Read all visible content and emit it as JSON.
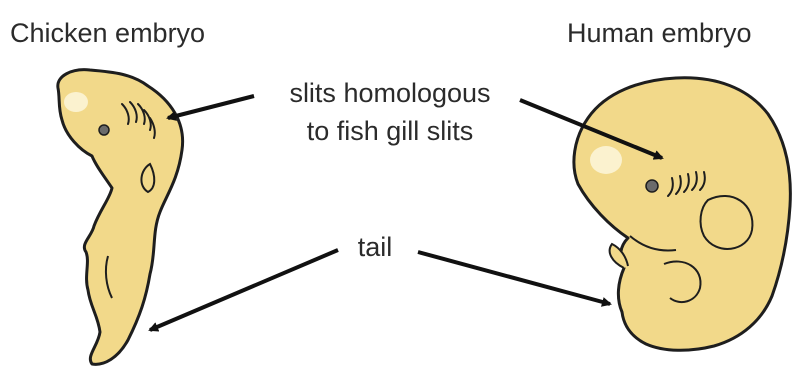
{
  "titles": {
    "chicken": "Chicken embryo",
    "human": "Human embryo"
  },
  "callouts": {
    "gill_line1": "slits homologous",
    "gill_line2": "to fish gill slits",
    "tail": "tail"
  },
  "colors": {
    "embryo_fill": "#f2d98a",
    "embryo_outline": "#1e1e1e",
    "highlight": "#fbf2cf",
    "eye": "#6b6b6b",
    "arrow": "#111111",
    "text": "#2b2b2b"
  }
}
